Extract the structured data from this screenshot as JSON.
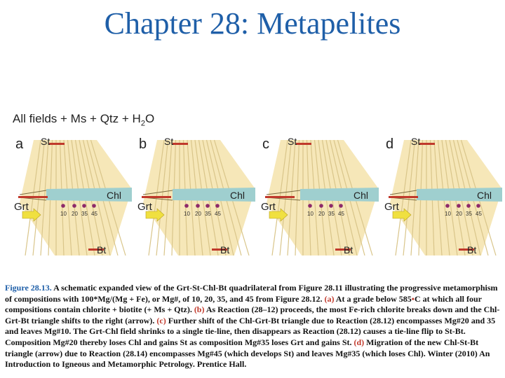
{
  "title": "Chapter 28: Metapelites",
  "figure": {
    "header_prefix": "All fields + Ms + Qtz + H",
    "header_sub": "2",
    "header_suffix": "O",
    "panels": [
      {
        "letter": "a",
        "st": "St",
        "grt": "Grt",
        "chl": "Chl",
        "bt": "Bt",
        "mg_labels": [
          "10",
          "20",
          "35",
          "45"
        ]
      },
      {
        "letter": "b",
        "st": "St",
        "grt": "Grt",
        "chl": "Chl",
        "bt": "Bt",
        "mg_labels": [
          "10",
          "20",
          "35",
          "45"
        ]
      },
      {
        "letter": "c",
        "st": "St",
        "grt": "Grt",
        "chl": "Chl",
        "bt": "Bt",
        "mg_labels": [
          "10",
          "20",
          "35",
          "45"
        ]
      },
      {
        "letter": "d",
        "st": "St",
        "grt": "Grt",
        "chl": "Chl",
        "bt": "Bt",
        "mg_labels": [
          "10",
          "20",
          "35",
          "45"
        ]
      }
    ]
  },
  "caption": {
    "fig_label": "Figure 28.13.",
    "part1": " A schematic expanded view of the Grt-St-Chl-Bt quadrilateral from Figure 28.11 illustrating the progressive metamorphism of compositions with 100*Mg/(Mg + Fe), or Mg#, of 10, 20, 35, and 45 from Figure 28.12. ",
    "a": "(a)",
    "part2": " At a grade below 585",
    "deg": "•",
    "part3": "C at which all four compositions contain chlorite + biotite (+ Ms + Qtz). ",
    "b": "(b)",
    "part4": " As Reaction (28–12) proceeds, the most Fe-rich chlorite breaks down and the Chl-Grt-Bt triangle shifts to the right (arrow). ",
    "c": "(c)",
    "part5": " Further shift of the Chl-Grt-Bt triangle due to Reaction (28.12) encompasses Mg#20 and 35 and leaves Mg#10. The Grt-Chl field shrinks to a single tie-line, then disappears as Reaction (28.12) causes a tie-line flip to St-Bt. Composition Mg#20 thereby loses Chl and gains St as composition Mg#35 loses Grt and gains St. ",
    "d": "(d)",
    "part6": " Migration of the new Chl-St-Bt triangle (arrow) due to Reaction (28.14) encompasses Mg#45 (which develops St) and leaves Mg#35 (which loses Chl). Winter (2010) An Introduction to Igneous and Metamorphic Petrology. Prentice Hall."
  },
  "colors": {
    "title": "#1f5fa8",
    "field": "#f6e7b8",
    "tieline": "#d9c58a",
    "chl_band": "#9fcfcf",
    "red_bar": "#c0392b",
    "dot": "#8e2a6a",
    "arrow": "#f0e040"
  }
}
